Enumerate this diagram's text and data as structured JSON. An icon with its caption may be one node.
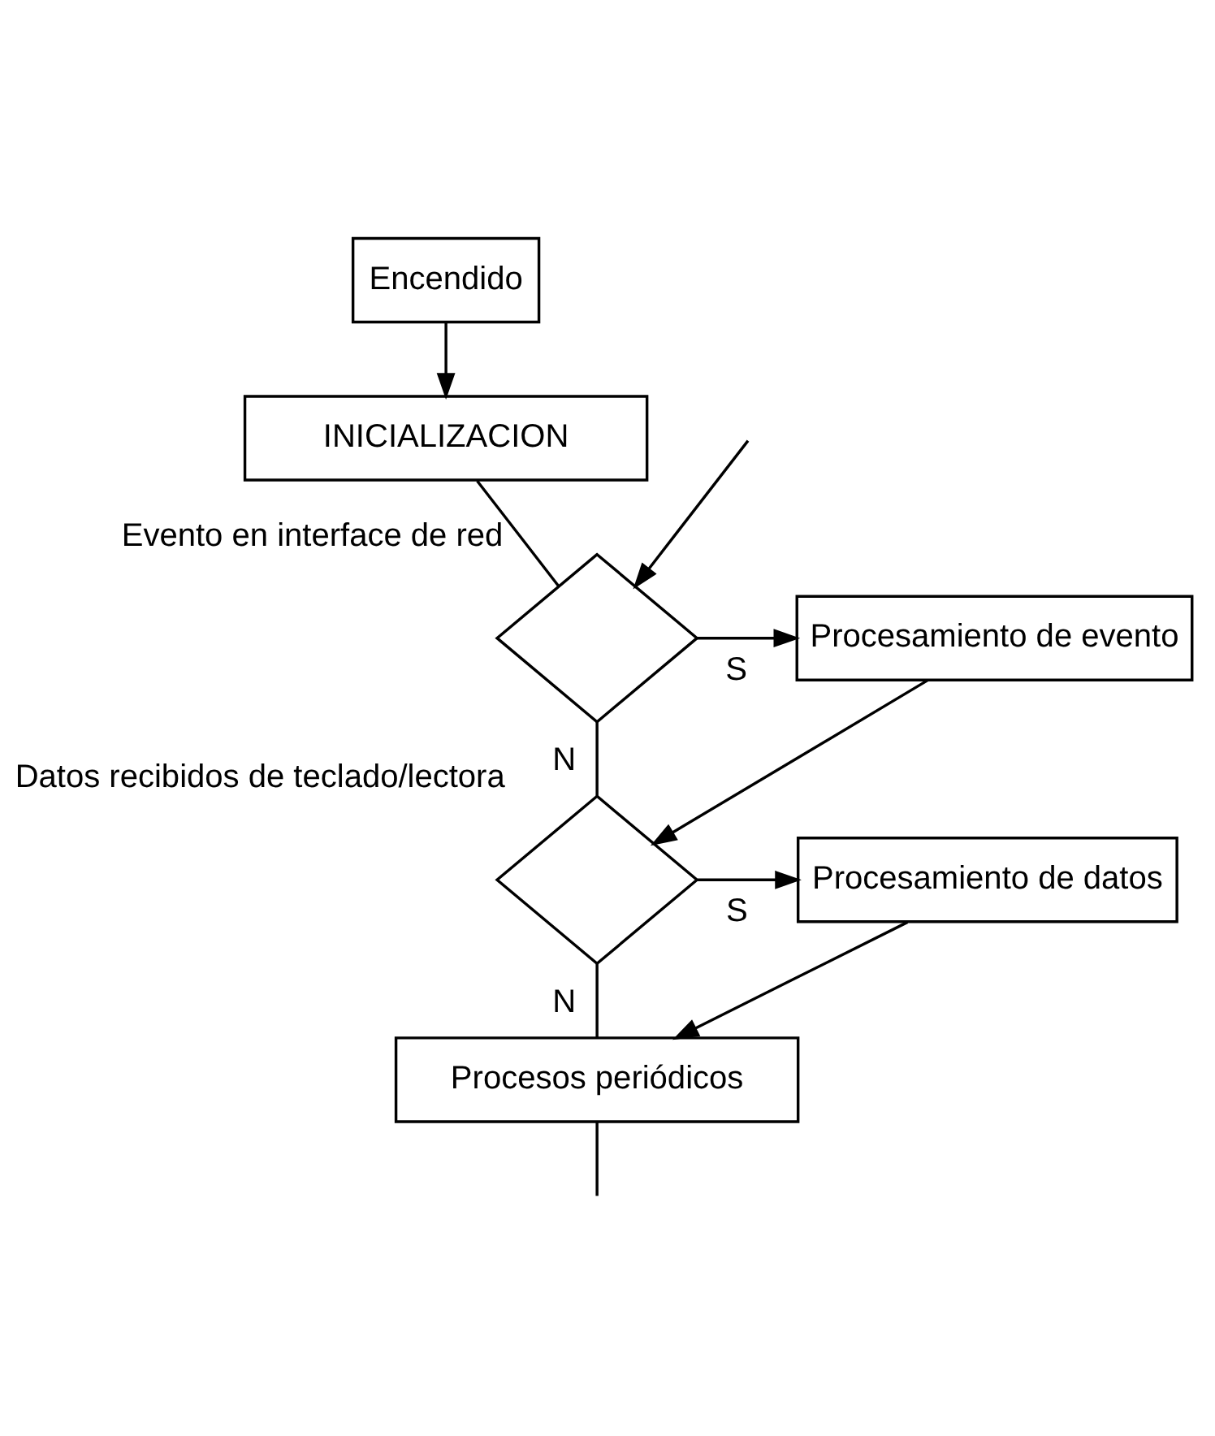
{
  "diagram": {
    "nodes": [
      {
        "text": [
          "Encendido"
        ]
      },
      {
        "text": [
          "INICIALIZACION"
        ]
      },
      {
        "text": [],
        "shape": "diamond",
        "beside": [
          "Evento en interface de red"
        ]
      },
      {
        "text": [
          "Procesamiento de evento"
        ]
      },
      {
        "text": [],
        "shape": "diamond",
        "beside": [
          "Datos recibidos de teclado/lectora"
        ]
      },
      {
        "text": [
          "Procesamiento de datos"
        ]
      },
      {
        "text": [
          "Procesos periódicos"
        ]
      }
    ],
    "edges": [
      {
        "from": 0,
        "to": 1,
        "arrow": "to"
      },
      {
        "from": 1,
        "to": 2,
        "arrow": "none"
      },
      {
        "from": null,
        "to": 2,
        "arrow": "to"
      },
      {
        "from": 2,
        "to": 3,
        "arrow": "to",
        "label": "S"
      },
      {
        "from": 2,
        "to": 4,
        "arrow": "none",
        "label": "N"
      },
      {
        "from": 3,
        "to": 4,
        "arrow": "to"
      },
      {
        "from": 4,
        "to": 5,
        "arrow": "to",
        "label": "S"
      },
      {
        "from": 4,
        "to": 6,
        "arrow": "none",
        "label": "N"
      },
      {
        "from": 5,
        "to": 6,
        "arrow": "to"
      },
      {
        "from": 6,
        "to": null,
        "arrow": "none"
      }
    ]
  }
}
